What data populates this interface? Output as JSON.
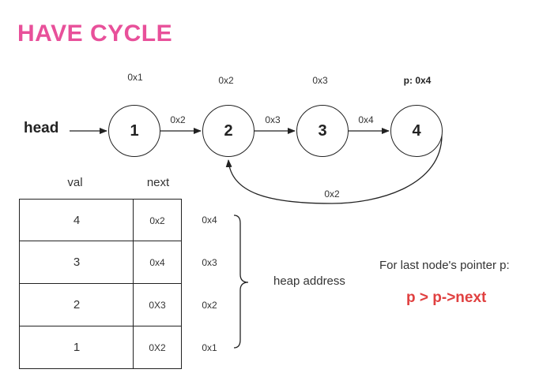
{
  "title": "HAVE CYCLE",
  "head_label": "head",
  "nodes": [
    {
      "value": "1",
      "address": "0x1"
    },
    {
      "value": "2",
      "address": "0x2"
    },
    {
      "value": "3",
      "address": "0x3"
    },
    {
      "value": "4",
      "address": "p: 0x4"
    }
  ],
  "edges": [
    {
      "label": "0x2"
    },
    {
      "label": "0x3"
    },
    {
      "label": "0x4"
    }
  ],
  "back_edge_label": "0x2",
  "table": {
    "headers": {
      "val": "val",
      "next": "next"
    },
    "rows": [
      {
        "val": "4",
        "next": "0x2",
        "address": "0x4"
      },
      {
        "val": "3",
        "next": "0x4",
        "address": "0x3"
      },
      {
        "val": "2",
        "next": "0X3",
        "address": "0x2"
      },
      {
        "val": "1",
        "next": "0X2",
        "address": "0x1"
      }
    ]
  },
  "heap_label": "heap address",
  "note": "For last node's pointer p:",
  "formula": "p > p->next",
  "colors": {
    "title": "#e8509a",
    "formula": "#e04040"
  }
}
